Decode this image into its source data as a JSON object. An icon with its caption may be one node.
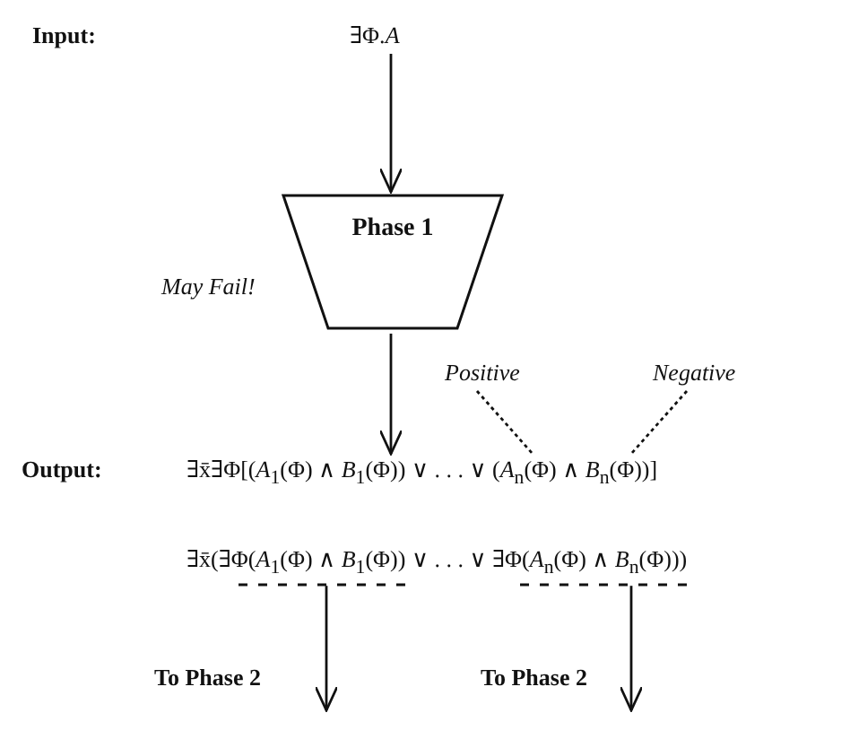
{
  "diagram": {
    "nodes": [
      {
        "text": [
          "∃Φ.*A*"
        ]
      },
      {
        "text": [
          "Phase 1"
        ],
        "beside": [
          "May Fail!"
        ]
      },
      {
        "text": [
          "∃x̄∃Φ[(*A*$_{1}$(Φ) ∧ *B*$_{1}$(Φ)) ∨ . . . ∨ (*A*$_{n}$(Φ) ∧ *B*$_{n}$(Φ))]"
        ]
      },
      {
        "text": [
          "∃x̄(∃Φ(*A*$_{1}$(Φ) ∧ *B*$_{1}$(Φ)) ∨ . . . ∨ ∃Φ(*A*$_{n}$(Φ) ∧ *B*$_{n}$(Φ)))"
        ]
      },
      {
        "text": [
          "Positive"
        ]
      },
      {
        "text": [
          "Negative"
        ]
      }
    ],
    "edges": [
      {
        "from": 0,
        "to": 1,
        "arrow": "to"
      },
      {
        "from": 1,
        "to": 2,
        "arrow": "to"
      },
      {
        "from": 4,
        "to": 2,
        "arrow": "none",
        "style": "dashed"
      },
      {
        "from": 5,
        "to": 2,
        "arrow": "none",
        "style": "dashed"
      },
      {
        "from": 3,
        "to": null,
        "arrow": "to",
        "label": "To Phase 2"
      },
      {
        "from": 3,
        "to": null,
        "arrow": "to",
        "label": "To Phase 2"
      }
    ],
    "labels": [
      "Input:",
      "Output:"
    ]
  }
}
